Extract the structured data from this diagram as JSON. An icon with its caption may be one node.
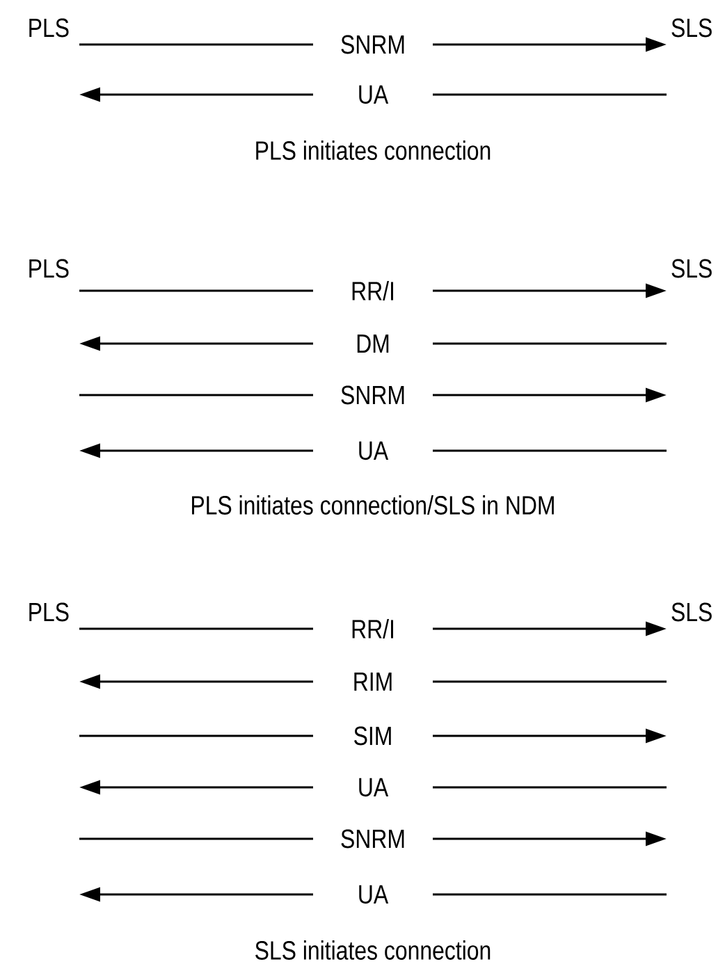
{
  "diagram": {
    "nodes": [
      {
        "text": [
          "PLS"
        ]
      },
      {
        "text": [
          "SLS"
        ]
      },
      {
        "text": [
          "PLS"
        ]
      },
      {
        "text": [
          "SLS"
        ]
      },
      {
        "text": [
          "PLS"
        ]
      },
      {
        "text": [
          "SLS"
        ]
      }
    ],
    "edges": [
      {
        "from": 0,
        "to": 1,
        "arrow": "to",
        "label": "SNRM"
      },
      {
        "from": 1,
        "to": 0,
        "arrow": "to",
        "label": "UA"
      },
      {
        "from": 2,
        "to": 3,
        "arrow": "to",
        "label": "RR/I"
      },
      {
        "from": 3,
        "to": 2,
        "arrow": "to",
        "label": "DM"
      },
      {
        "from": 4,
        "to": 5,
        "arrow": "to",
        "label": "RR/I"
      },
      {
        "from": 5,
        "to": 4,
        "arrow": "to",
        "label": "RIM"
      }
    ],
    "labels": [
      "PLS initiates connection",
      "SNRM",
      "UA",
      "PLS initiates connection/SLS in NDM",
      "SIM",
      "UA",
      "SNRM",
      "UA",
      "SLS initiates connection"
    ]
  }
}
